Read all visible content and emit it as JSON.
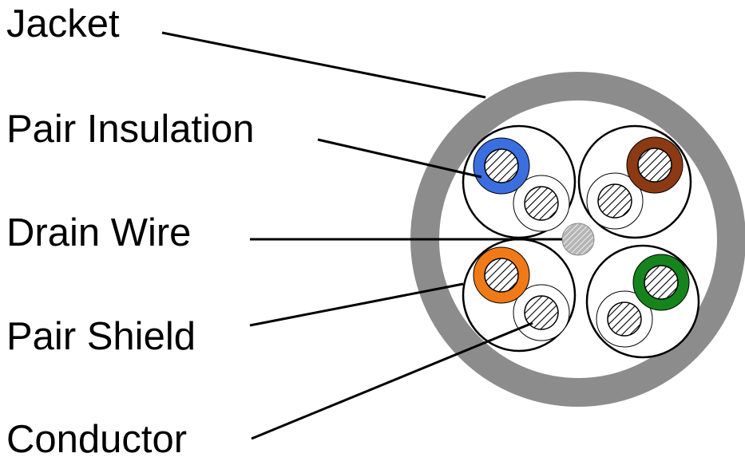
{
  "labels": {
    "jacket": "Jacket",
    "pair_insulation": "Pair Insulation",
    "drain_wire": "Drain Wire",
    "pair_shield": "Pair Shield",
    "conductor": "Conductor"
  },
  "colors": {
    "jacket": "#8c8c8c",
    "drain_wire": "#a9a9a9",
    "pair_1_insulation": "#3b6fe0",
    "pair_2_insulation": "#8b3a14",
    "pair_3_insulation": "#f07a18",
    "pair_4_insulation": "#15841c",
    "conductor_fill": "#ffffff",
    "line": "#000000"
  }
}
